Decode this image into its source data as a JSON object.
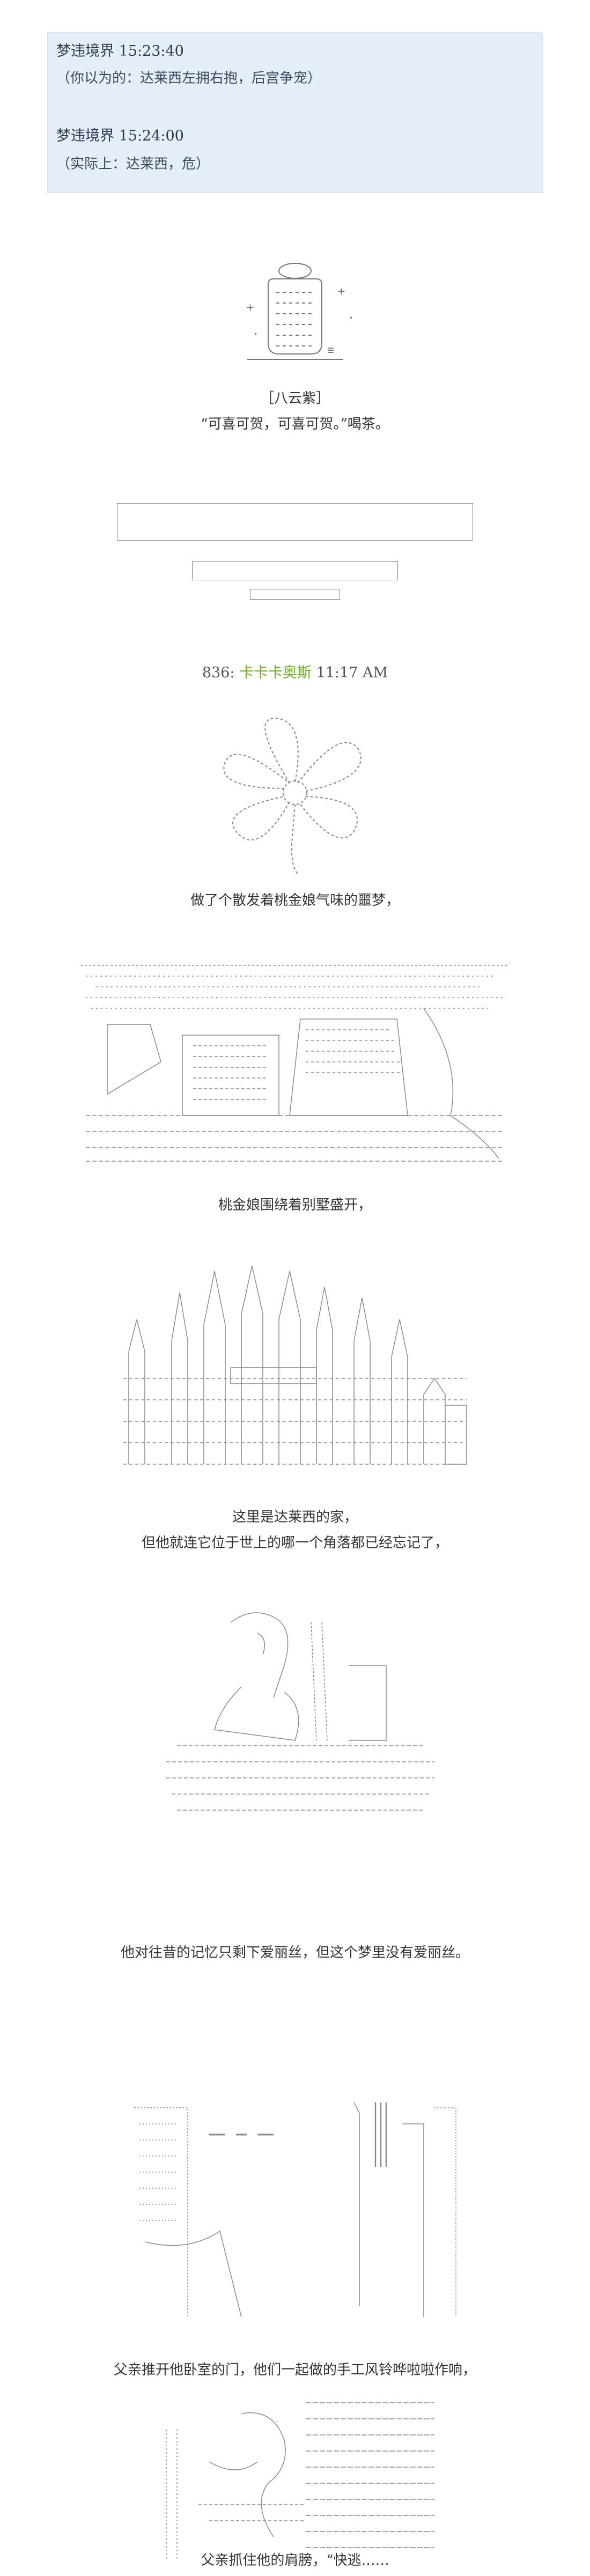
{
  "quote": {
    "msg1": {
      "author": "梦违境界",
      "time": "15:23:40",
      "text": "（你以为的：达莱西左拥右抱，后宫争宠）"
    },
    "msg2": {
      "author": "梦违境界",
      "time": "15:24:00",
      "text": "（实际上：达莱西，危）"
    }
  },
  "intro": {
    "character": "［八云紫］",
    "line": "“可喜可贺，可喜可贺。”喝茶。"
  },
  "post": {
    "number": "836:",
    "author": "卡卡卡奥斯",
    "time": "11:17 AM"
  },
  "captions": [
    "做了个散发着桃金娘气味的噩梦，",
    "桃金娘围绕着别墅盛开，",
    "这里是达莱西的家，",
    "但他就连它位于世上的哪一个角落都已经忘记了，",
    "他对往昔的记忆只剩下爱丽丝，但这个梦里没有爱丽丝。",
    "父亲推开他卧室的门，他们一起做的手工风铃哗啦啦作响，",
    "父亲抓住他的肩膀，“快逃……"
  ],
  "colors": {
    "quote_bg": "#e4edf8",
    "author": "#6fae28",
    "text": "#333333",
    "art": "#8a8a8a"
  }
}
